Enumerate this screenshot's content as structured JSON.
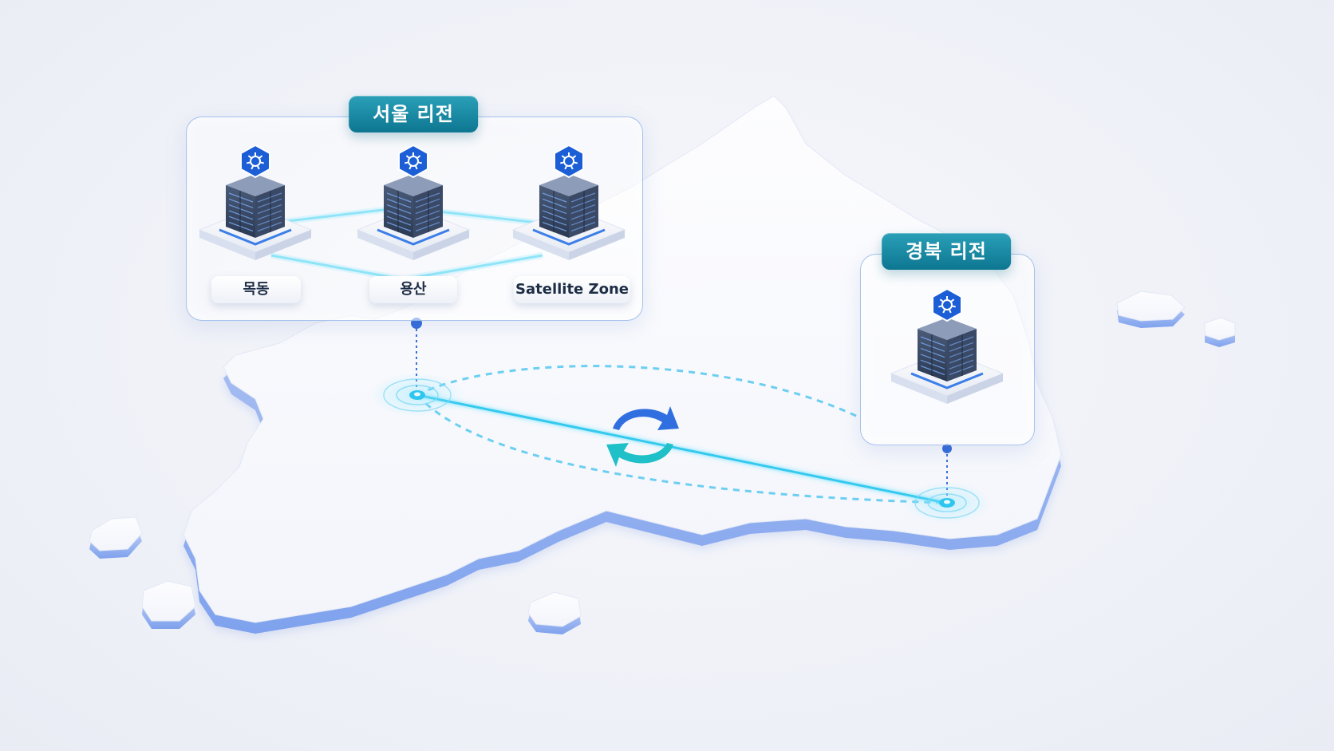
{
  "regions": {
    "seoul": {
      "title": "서울 리전",
      "nodes": [
        {
          "label": "목동"
        },
        {
          "label": "용산"
        },
        {
          "label": "Satellite Zone"
        }
      ]
    },
    "gyeongbuk": {
      "title": "경북 리전"
    }
  },
  "icons": {
    "node_badge": "kubernetes-helm-icon",
    "server": "server-rack-icon",
    "sync": "sync-arrows-icon"
  },
  "colors": {
    "title_bg": "#0f7b95",
    "badge": "#1b5ed6",
    "link": "#2ecbea",
    "sync_blue": "#2f6fe0",
    "sync_teal": "#20c0c8"
  }
}
